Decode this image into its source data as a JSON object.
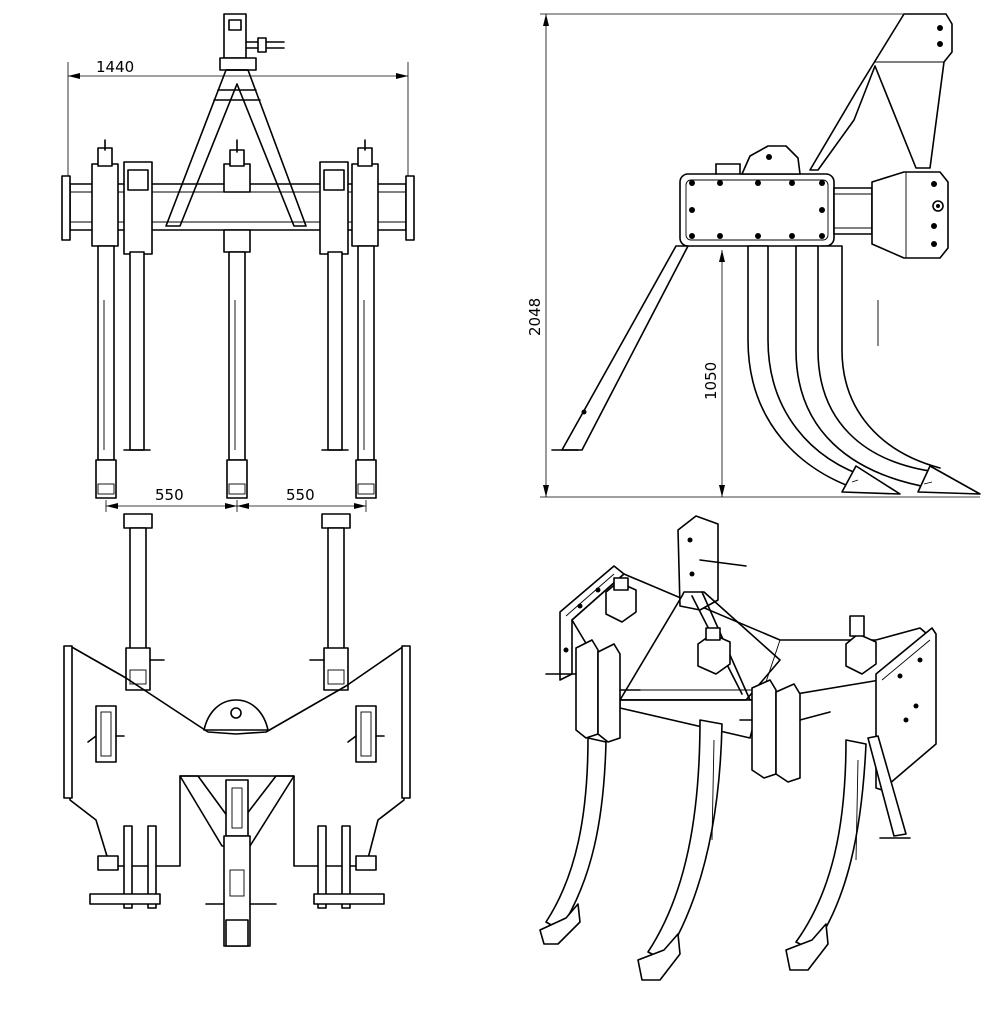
{
  "dimensions": {
    "overall_width": "1440",
    "tine_spacing_left": "550",
    "tine_spacing_right": "550",
    "overall_height": "2048",
    "frame_clearance": "1050"
  },
  "line_color": "#000000",
  "background_color": "#ffffff"
}
